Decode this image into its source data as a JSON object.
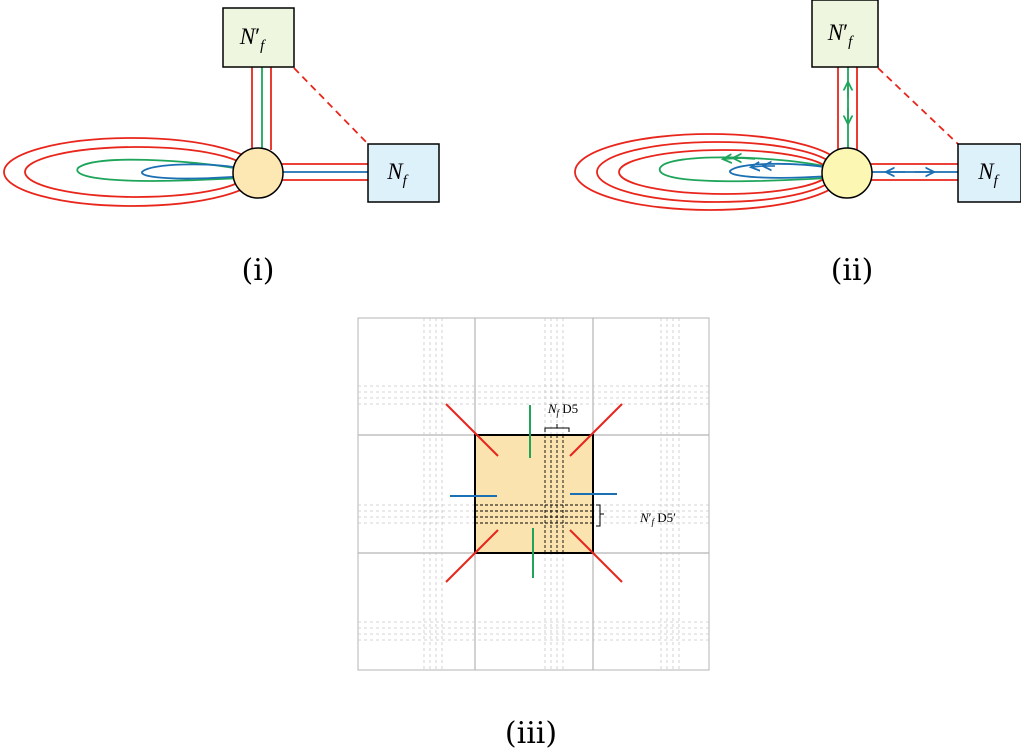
{
  "colors": {
    "red": "#e8261c",
    "green": "#1ea55a",
    "blue": "#1b6fb3",
    "node_fill_i": "#fde8b4",
    "node_fill_ii": "#fdf7b4",
    "green_box": "#eef6e0",
    "blue_box": "#ddf1fb",
    "square_fill": "#fbe3b0",
    "grid_gray": "#b4b4b4"
  },
  "panels": {
    "i": {
      "caption": "(i)",
      "box_top": {
        "label_base": "N",
        "label_prime": "′",
        "label_sub": "f"
      },
      "box_right": {
        "label_base": "N",
        "label_sub": "f"
      }
    },
    "ii": {
      "caption": "(ii)",
      "box_top": {
        "label_base": "N",
        "label_prime": "′",
        "label_sub": "f"
      },
      "box_right": {
        "label_base": "N",
        "label_sub": "f"
      }
    },
    "iii": {
      "caption": "(iii)",
      "top_label": {
        "base": "N",
        "sub": "f",
        "rest": " D5"
      },
      "right_label": {
        "base": "N",
        "prime": "′",
        "sub": "f",
        "rest": " D5′"
      }
    }
  }
}
